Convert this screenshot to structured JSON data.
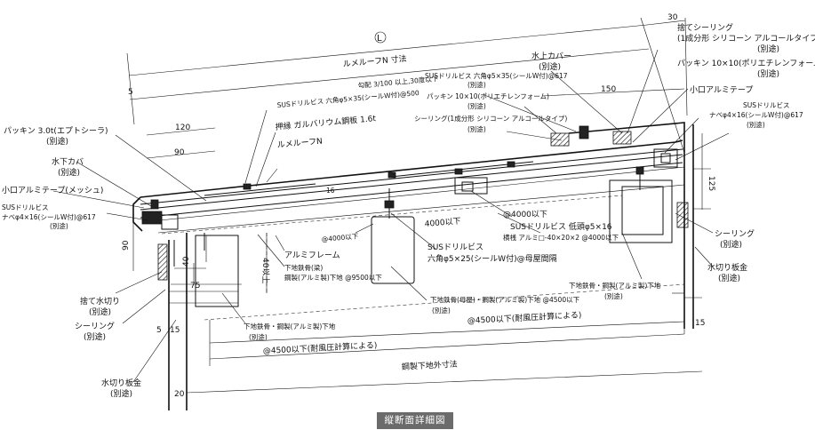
{
  "caption": "縦断面詳細図",
  "dims": {
    "L": "L",
    "d30": "30",
    "d5": "5",
    "d120": "120",
    "d90_top": "90",
    "d150": "150",
    "d125": "125",
    "d90_side": "90",
    "d40": "40",
    "d75": "75",
    "d40ika": "40以上",
    "d5b": "5",
    "d15": "15",
    "d15r": "15",
    "d20": "20",
    "d16": "16"
  },
  "labels": {
    "lumeroof_n_sunpou": "ルメルーフN 寸法",
    "koubai": "勾配 3/100 以上,30度以下",
    "sus_rokkaku_500": "SUSドリルビス 六角φ5×35(シールW付)@500",
    "oshibuchi": "押縁 ガルバリウム鋼板 1.6t",
    "lumeroof_n": "ルメルーフN",
    "packing_eptsealer": "パッキン 3.0t(エプトシーラ)",
    "betto_1": "(別途)",
    "mizushita_cover": "水下カバ",
    "betto_2": "(別途)",
    "koguchi_mesh": "小口アルミテープ(メッシュ)",
    "sus_nabe_left_1": "SUSドリルビス",
    "sus_nabe_left_2": "ナベφ4×16(シールW付)@617",
    "betto_3": "(別途)",
    "sus_617_top": "SUSドリルビス 六角φ5×35(シールW付)@617",
    "betto_4": "(別途)",
    "packing_poly_mid": "パッキン 10×10(ポリエチレンフォーム)",
    "betto_5": "(別途)",
    "sealing_mid": "シーリング(1成分形 シリコーン アルコールタイプ)",
    "betto_6": "(別途)",
    "mizukami_cover": "水上カバー",
    "betto_7": "(別途)",
    "sutesealing_1": "捨てシーリング",
    "sutesealing_2": "(1成分形 シリコーン アルコールタイプ)",
    "betto_8": "(別途)",
    "packing_poly_right": "パッキン 10×10(ポリエチレンフォーム)",
    "betto_9": "(別途)",
    "koguchi_right": "小口アルミテープ",
    "sus_nabe_right_1": "SUSドリルビス",
    "sus_nabe_right_2": "ナベφ4×16(シールW付)@617",
    "betto_10": "(別途)",
    "at4000_a": "@4000以下",
    "sus_teitou": "SUSドリルビス 低頭φ5×16",
    "yokoshi": "横桟 アルミ□-40×20×2 @4000以下",
    "ika4000": "4000以下",
    "at4000_b": "@4000以下",
    "sus_rokkaku_25_1": "SUSドリルビス",
    "sus_rokkaku_25_2": "六角φ5×25(シールW付)@母屋間隔",
    "alumi_frame": "アルミフレーム",
    "shitaji_hari_1": "下地鉄骨(梁)",
    "shitaji_hari_2": "鋼製(アルミ製)下地 @9500以下",
    "sealing_right": "シーリング",
    "betto_11": "(別途)",
    "mizukiri_right": "水切り板金",
    "betto_12": "(別途)",
    "shitaji_right": "下地鉄骨・鋼製(アルミ製)下地",
    "betto_13": "(別途)",
    "shitaji_moya": "下地鉄骨(母屋)・鋼製(アルミ製)下地 @4500以下",
    "betto_14": "(別途)",
    "sutemizukiri": "捨て水切り",
    "betto_15": "(別途)",
    "sealing_left": "シーリング",
    "betto_16": "(別途)",
    "shitaji_left": "下地鉄骨・鋼製(アルミ製)下地",
    "betto_17": "(別途)",
    "at4500_mid": "@4500以下(耐風圧計算による)",
    "at4500_left": "@4500以下(耐風圧計算による)",
    "kousei_gaisun": "鋼製下地外寸法",
    "mizukiri_left": "水切り板金",
    "betto_18": "(別途)"
  }
}
